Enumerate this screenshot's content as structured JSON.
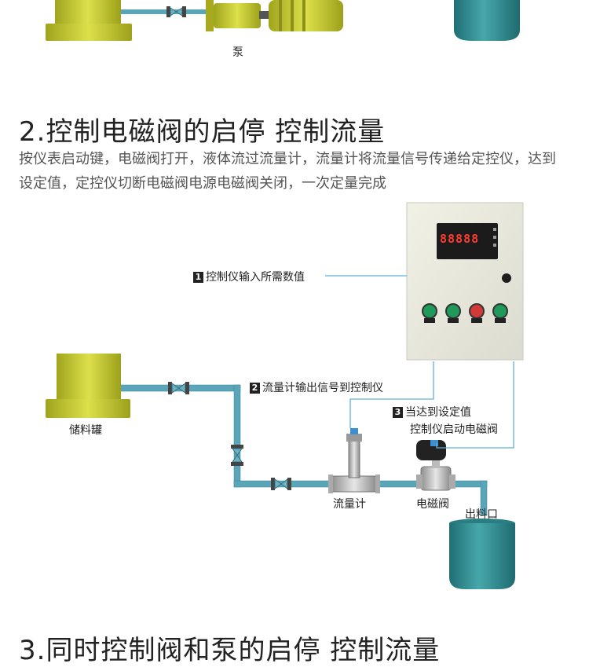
{
  "top_section": {
    "pump_label": "泵"
  },
  "section2": {
    "heading": "2.控制电磁阀的启停 控制流量",
    "description": "按仪表启动键，电磁阀打开，液体流过流量计，流量计将流量信号传递给定控仪，达到设定值，定控仪切断电磁阀电源电磁阀关闭，一次定量完成"
  },
  "diagram": {
    "annotations": [
      {
        "num": "1",
        "text": "控制仪输入所需数值"
      },
      {
        "num": "2",
        "text": "流量计输出信号到控制仪"
      },
      {
        "num": "3",
        "text": "当达到设定值",
        "text2": "控制仪启动电磁阀"
      }
    ],
    "tank_label": "储料罐",
    "flowmeter_label": "流量计",
    "valve_label": "电磁阀",
    "outlet_label": "出料口",
    "display_text": "88888"
  },
  "section3": {
    "heading": "3.同时控制阀和泵的启停 控制流量"
  },
  "colors": {
    "pipe": "#5aa5b8",
    "tank": "#c8cc2c",
    "receiver": "#2f8c90",
    "wire": "#5fb0d8"
  }
}
